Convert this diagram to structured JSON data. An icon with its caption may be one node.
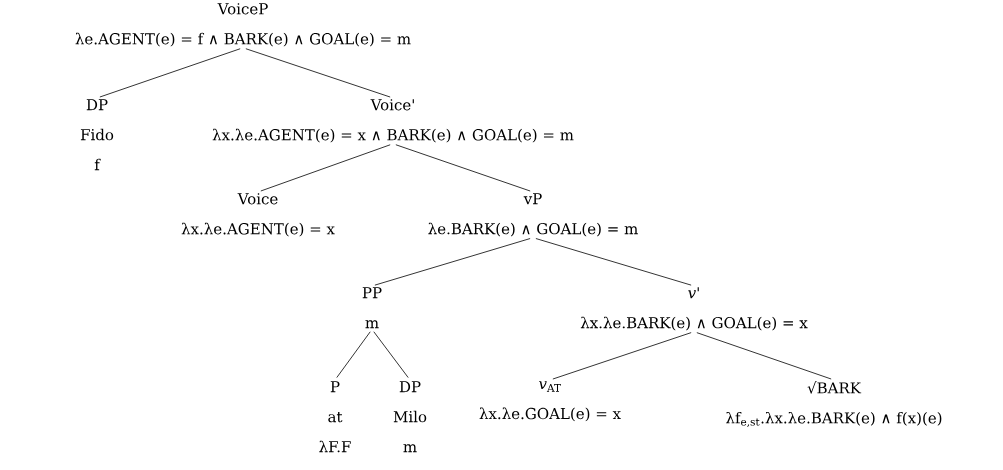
{
  "diagram": {
    "nodes": [
      {
        "text": [
          "VoiceP",
          "λe.AGENT(e) = f ∧ BARK(e) ∧ GOAL(e) = m"
        ]
      },
      {
        "text": [
          "DP",
          "Fido",
          "f"
        ]
      },
      {
        "text": [
          "Voice'",
          "λx.λe.AGENT(e) = x ∧ BARK(e) ∧ GOAL(e) = m"
        ]
      },
      {
        "text": [
          "Voice",
          "λx.λe.AGENT(e) = x"
        ]
      },
      {
        "text": [
          "vP",
          "λe.BARK(e) ∧ GOAL(e) = m"
        ]
      },
      {
        "text": [
          "PP",
          "m"
        ]
      },
      {
        "text": [
          "*v*'",
          "λx.λe.BARK(e) ∧ GOAL(e) = x"
        ]
      },
      {
        "text": [
          "P",
          "at",
          "λF.F"
        ]
      },
      {
        "text": [
          "DP",
          "Milo",
          "m"
        ]
      },
      {
        "text": [
          "*v*$_{AT}$",
          "λx.λe.GOAL(e) = x"
        ]
      },
      {
        "text": [
          "√BARK",
          "λf$_{e,st}$.λx.λe.BARK(e) ∧ f(x)(e)"
        ]
      }
    ],
    "edges": [
      {
        "from": 0,
        "to": 1,
        "arrow": "none"
      },
      {
        "from": 0,
        "to": 2,
        "arrow": "none"
      },
      {
        "from": 2,
        "to": 3,
        "arrow": "none"
      },
      {
        "from": 2,
        "to": 4,
        "arrow": "none"
      },
      {
        "from": 4,
        "to": 5,
        "arrow": "none"
      },
      {
        "from": 4,
        "to": 6,
        "arrow": "none"
      },
      {
        "from": 5,
        "to": 7,
        "arrow": "none"
      },
      {
        "from": 5,
        "to": 8,
        "arrow": "none"
      },
      {
        "from": 6,
        "to": 9,
        "arrow": "none"
      },
      {
        "from": 6,
        "to": 10,
        "arrow": "none"
      }
    ]
  }
}
